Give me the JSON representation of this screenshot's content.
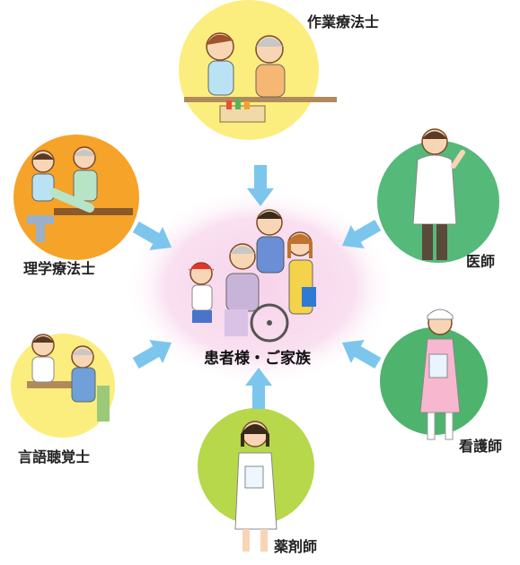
{
  "center": {
    "label": "患者様・ご家族",
    "glow_color": "#f7d3ea"
  },
  "roles": [
    {
      "id": "occupational-therapist",
      "label": "作業療法士",
      "circle_color": "#fbee7e"
    },
    {
      "id": "doctor",
      "label": "医師",
      "circle_color": "#55b97a"
    },
    {
      "id": "nurse",
      "label": "看護師",
      "circle_color": "#4db36d"
    },
    {
      "id": "pharmacist",
      "label": "薬剤師",
      "circle_color": "#b6d84a"
    },
    {
      "id": "speech-therapist",
      "label": "言語聴覚士",
      "circle_color": "#fbee7e"
    },
    {
      "id": "physical-therapist",
      "label": "理学療法士",
      "circle_color": "#f6a32a"
    }
  ],
  "arrow_color": "#7cc6ee"
}
